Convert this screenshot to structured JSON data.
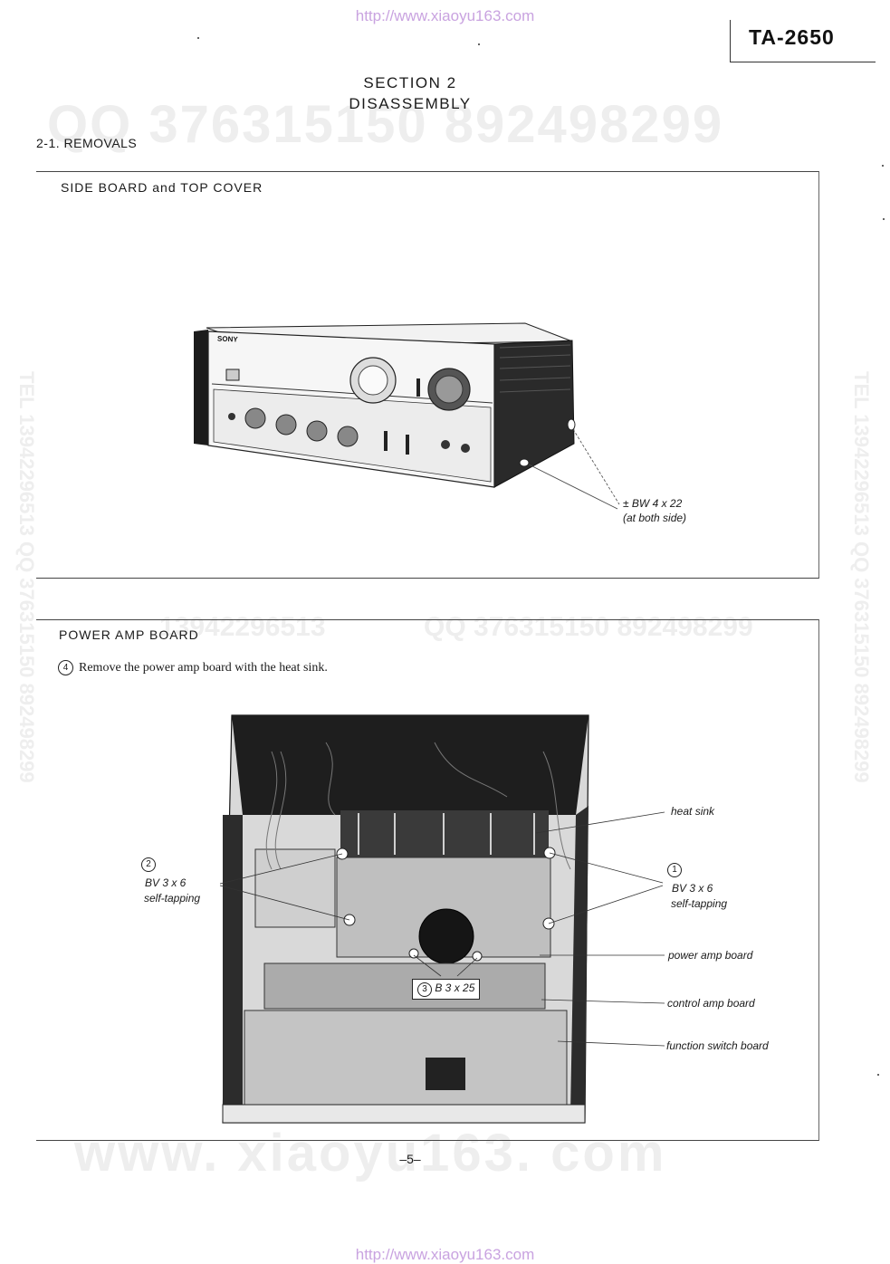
{
  "header": {
    "url_top": "http://www.xiaoyu163.com",
    "model": "TA-2650"
  },
  "section": {
    "line1": "SECTION 2",
    "line2": "DISASSEMBLY"
  },
  "subsection": "2-1.  REMOVALS",
  "panel1": {
    "title": "SIDE BOARD and TOP COVER",
    "brand": "SONY",
    "callout_line1": "± BW 4 x 22",
    "callout_line2": "(at both side)"
  },
  "panel2": {
    "title": "POWER AMP BOARD",
    "step_number": "4",
    "step_text": "Remove the power amp board with the heat sink.",
    "callouts": {
      "screw2_num": "2",
      "screw2_line1": "BV 3 x 6",
      "screw2_line2": "self-tapping",
      "screw1_num": "1",
      "screw1_line1": "BV 3 x 6",
      "screw1_line2": "self-tapping",
      "screw3_num": "3",
      "screw3_text": "B 3 x 25",
      "heat_sink": "heat sink",
      "power_amp_board": "power amp board",
      "control_amp_board": "control amp board",
      "function_switch_board": "function switch board"
    }
  },
  "footer": {
    "page_number": "–5–",
    "url_bottom": "http://www.xiaoyu163.com"
  },
  "watermarks": {
    "qq": "QQ 376315150  892498299",
    "site": "www. xiaoyu163. com",
    "tel_left": "TEL 13942296513  QQ 376315150  892498299",
    "tel_right": "TEL 13942296513  QQ 376315150  892498299",
    "mid_left": "13942296513",
    "mid_right": "QQ 376315150  892498299"
  },
  "colors": {
    "url": "#c9a3e0",
    "watermark": "#eeeeee",
    "ink": "#1a1a1a"
  }
}
